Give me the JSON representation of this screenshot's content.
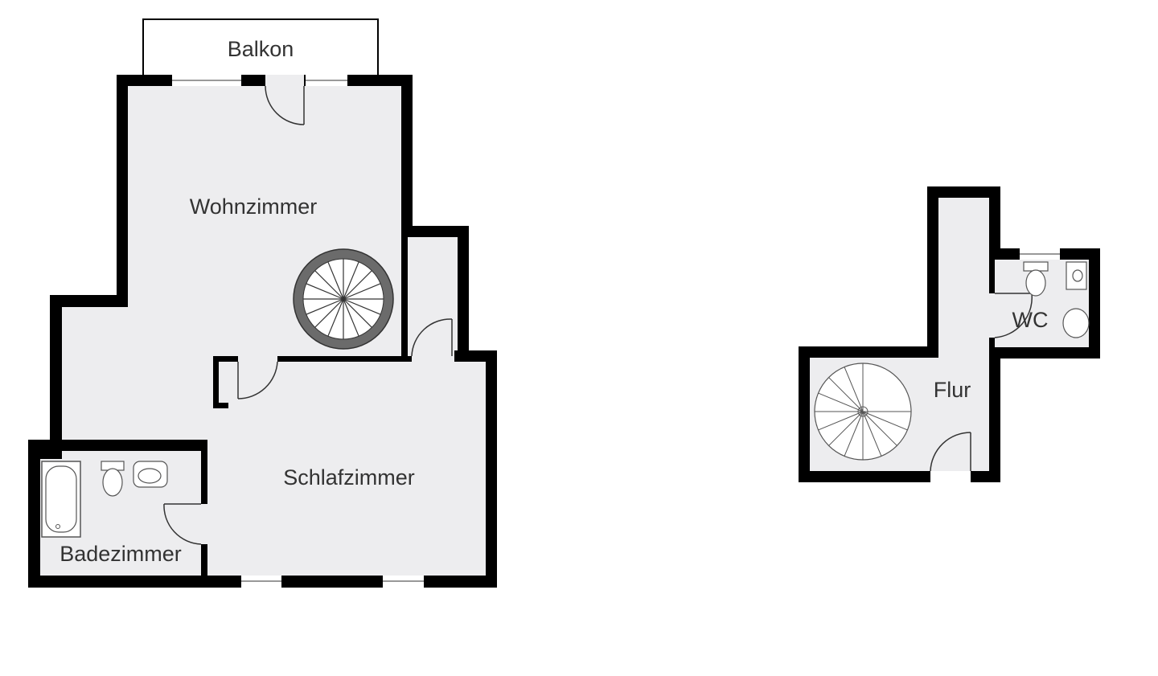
{
  "floorplan": {
    "rooms": {
      "balkon": "Balkon",
      "wohnzimmer": "Wohnzimmer",
      "schlafzimmer": "Schlafzimmer",
      "badezimmer": "Badezimmer",
      "flur": "Flur",
      "wc": "WC"
    },
    "colors": {
      "wall": "#000000",
      "floor": "#ededef",
      "stair_dark": "#6b6b6b"
    }
  }
}
